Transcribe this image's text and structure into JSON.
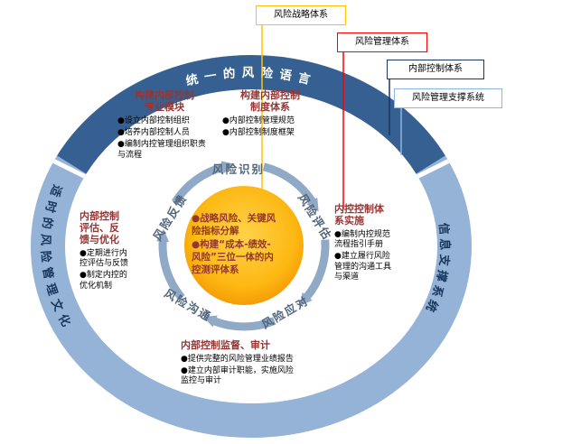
{
  "legend": {
    "items": [
      {
        "label": "风险战略体系",
        "color": "#FFC000"
      },
      {
        "label": "风险管理体系",
        "color": "#FF0000"
      },
      {
        "label": "内部控制体系",
        "color": "#17375E"
      },
      {
        "label": "风险管理支撑系统",
        "color": "#8DB4E2"
      }
    ]
  },
  "ring": {
    "top_label": "统一的风险语言",
    "left_label": "适时的风险管理文化",
    "right_label": "信息支撑系统",
    "colors": {
      "top_arc": "#376092",
      "side_arc": "#95B3D7"
    }
  },
  "cycle": {
    "labels": [
      "风险识别",
      "风险评估",
      "风险应对",
      "风险沟通",
      "风险反馈"
    ],
    "arrow_color": "#8FA9C6"
  },
  "center": {
    "fill_color": "#FDB813",
    "items": [
      "●战略风险、关键风险指标分解",
      "●构建“成本-绩效-风险”三位一体的内控测评体系"
    ]
  },
  "blocks": [
    {
      "title": "构建内部控制专业模块",
      "items": [
        "●设立内部控制组织",
        "●培养内部控制人员",
        "●编制内控管理组织职责与流程"
      ]
    },
    {
      "title": "构建内部控制制度体系",
      "items": [
        "●内部控制管理规范",
        "●内部控制制度框架"
      ]
    },
    {
      "title": "内控控制体系实施",
      "items": [
        "●编制内控规范流程指引手册",
        "●建立履行风险管理的沟通工具与渠道"
      ]
    },
    {
      "title": "内部控制监督、审计",
      "items": [
        "●提供完整的风险管理业绩报告",
        "●建立内部审计职能，实施风险监控与审计"
      ]
    },
    {
      "title": "内部控制评估、反馈与优化",
      "items": [
        "●定期进行内控评估与反馈",
        "●制定内控的优化机制"
      ]
    }
  ]
}
